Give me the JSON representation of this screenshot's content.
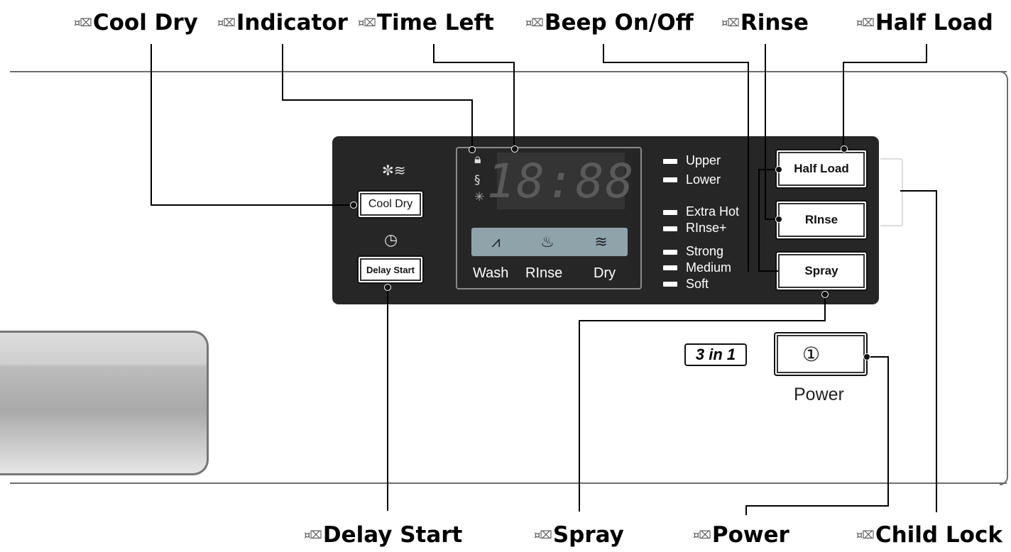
{
  "callouts": {
    "cool_dry": "Cool Dry",
    "indicator": "Indicator",
    "time_left": "Time Left",
    "beep": "Beep On/Off",
    "rinse": "Rinse",
    "half_load": "Half Load",
    "delay_start": "Delay Start",
    "spray": "Spray",
    "power": "Power",
    "child_lock": "Child Lock"
  },
  "buttons": {
    "cool_dry": "Cool Dry",
    "delay_start": "Delay Start",
    "half_load": "Half Load",
    "rinse": "RInse",
    "spray": "Spray",
    "power_symbol": "①"
  },
  "display": {
    "digits": "18:88",
    "cycles": [
      "Wash",
      "RInse",
      "Dry"
    ]
  },
  "options": {
    "arm": [
      "Upper",
      "Lower"
    ],
    "extra": [
      "Extra Hot",
      "RInse+"
    ],
    "detergent": [
      "Strong",
      "Medium",
      "Soft"
    ]
  },
  "badge": "3 in 1",
  "power_label": "Power",
  "icons": {
    "fan": "fan-icon",
    "clock": "clock-icon",
    "lock": "lock-icon",
    "salt": "salt-icon",
    "rinse_aid": "sparkle-icon"
  }
}
